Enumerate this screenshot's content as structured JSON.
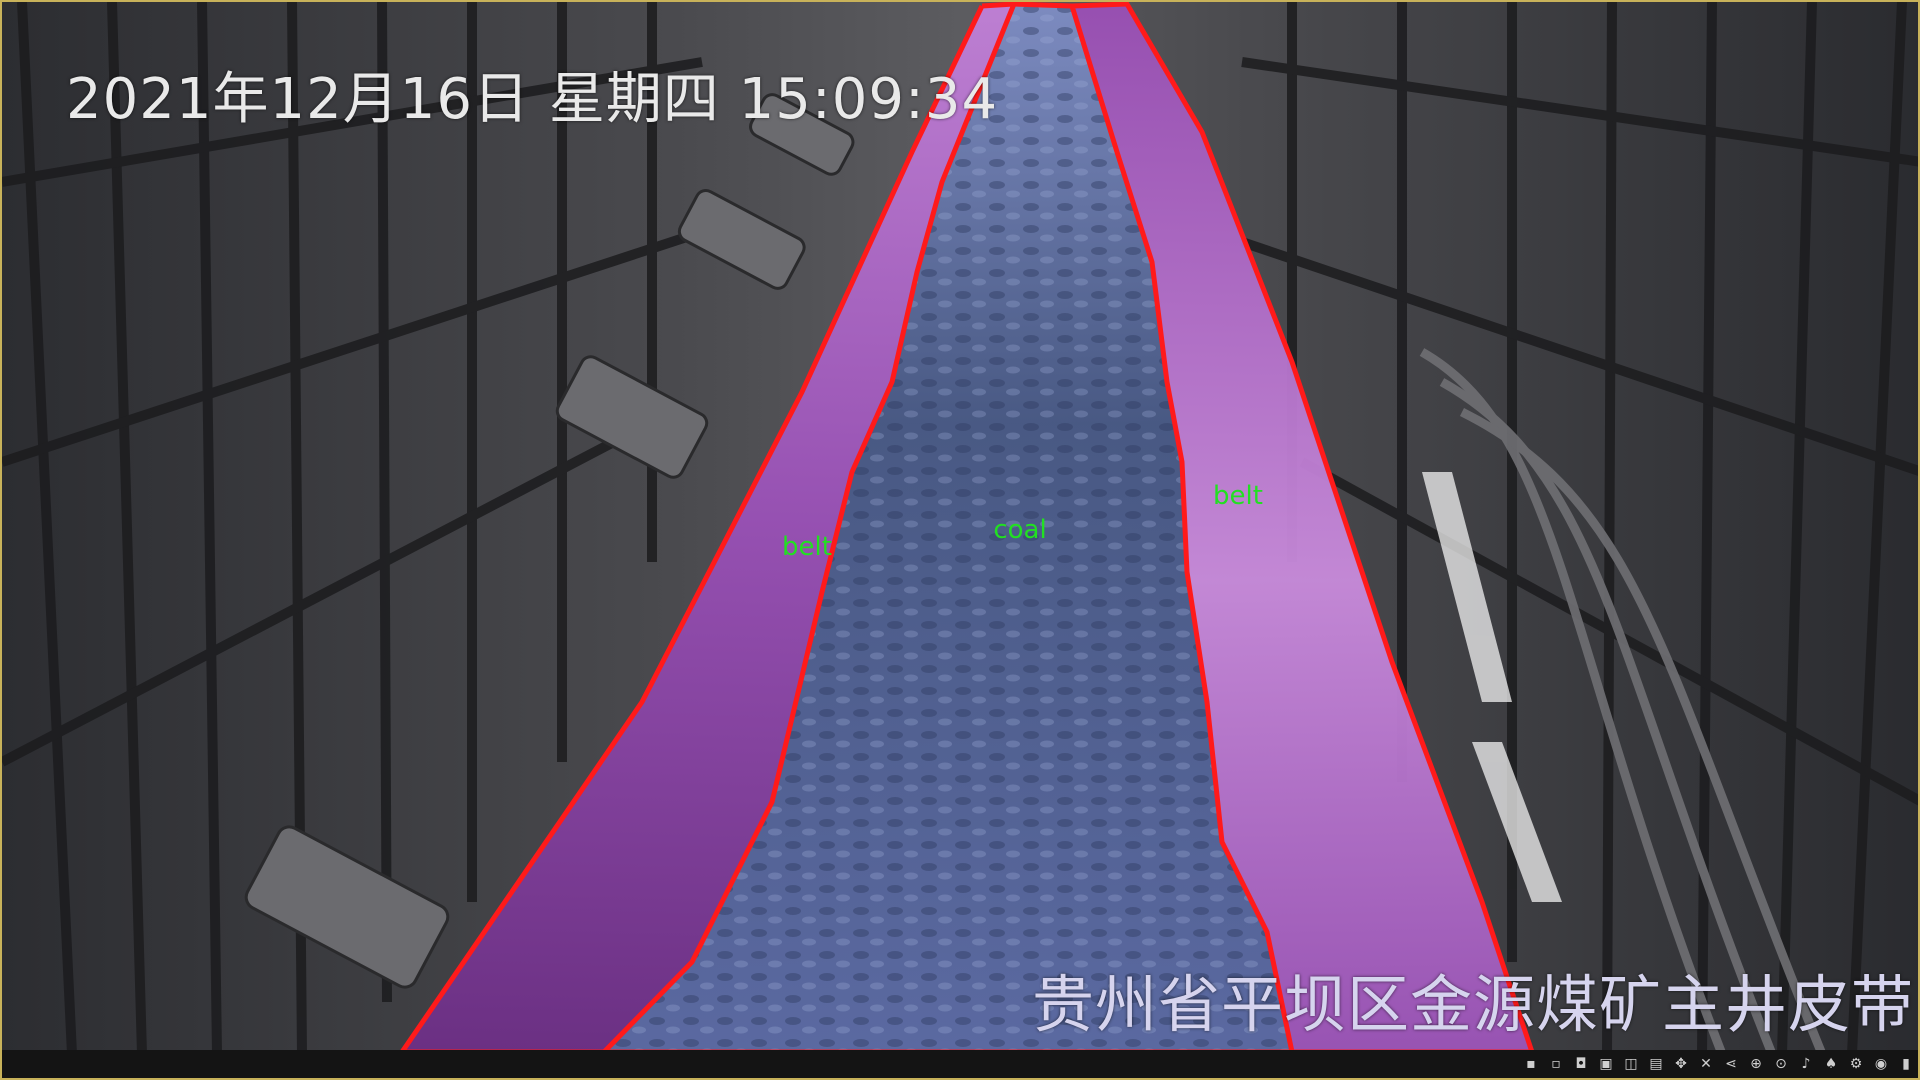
{
  "osd": {
    "timestamp": "2021年12月16日  星期四  15:09:34",
    "location": "贵州省平坝区金源煤矿主井皮带"
  },
  "segments": [
    {
      "label": "belt",
      "color": "#22e022"
    },
    {
      "label": "coal",
      "color": "#22e022"
    },
    {
      "label": "belt",
      "color": "#22e022"
    }
  ],
  "colors": {
    "outline": "#ff1a1a",
    "belt_mask": "#b061c8",
    "coal_mask": "#5d6ca6",
    "label_text": "#22e022",
    "frame_border": "#c8b25a"
  },
  "player_controls": [
    {
      "name": "record-icon",
      "glyph": "▪"
    },
    {
      "name": "playback-icon",
      "glyph": "▫"
    },
    {
      "name": "snapshot-icon",
      "glyph": "◘"
    },
    {
      "name": "window-icon",
      "glyph": "▣"
    },
    {
      "name": "split-icon",
      "glyph": "◫"
    },
    {
      "name": "download-icon",
      "glyph": "▤"
    },
    {
      "name": "ptz-icon",
      "glyph": "✥"
    },
    {
      "name": "mute-icon",
      "glyph": "✕"
    },
    {
      "name": "share-icon",
      "glyph": "⋖"
    },
    {
      "name": "zoom-in-icon",
      "glyph": "⊕"
    },
    {
      "name": "zoom-area-icon",
      "glyph": "⊙"
    },
    {
      "name": "microphone-icon",
      "glyph": "♪"
    },
    {
      "name": "alarm-icon",
      "glyph": "♠"
    },
    {
      "name": "settings-icon",
      "glyph": "⚙"
    },
    {
      "name": "record-dot-icon",
      "glyph": "◉"
    },
    {
      "name": "battery-icon",
      "glyph": "▮"
    }
  ]
}
